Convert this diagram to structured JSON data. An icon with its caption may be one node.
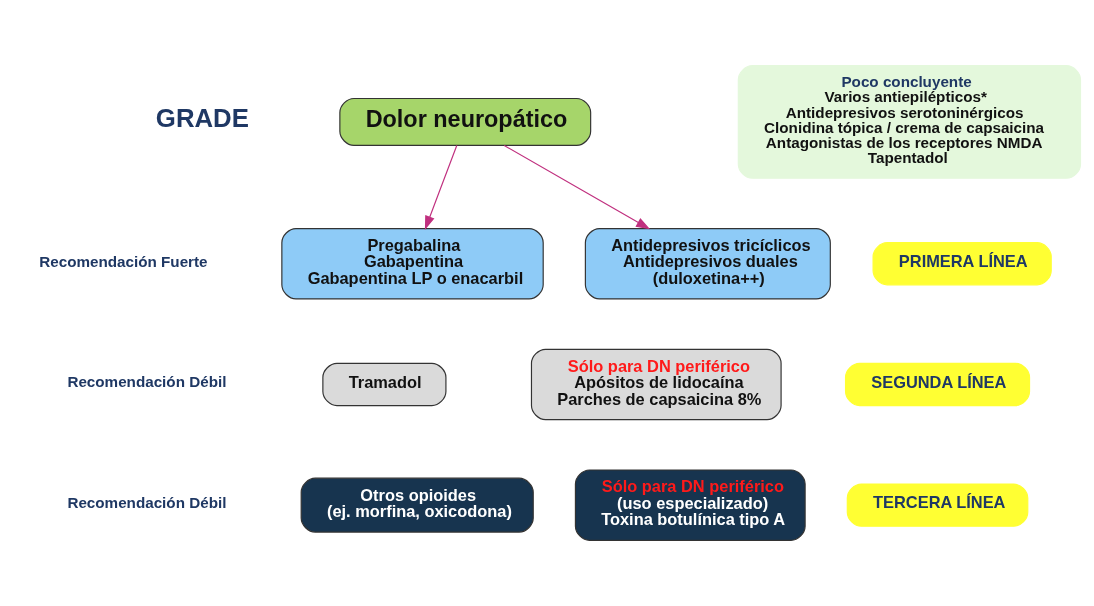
{
  "diagram": {
    "nodes": [
      {
        "text": [
          "Dolor neuropático"
        ]
      },
      {
        "text": [
          "Poco concluyente",
          "Varios antiepilépticos*",
          "Antidepresivos serotoninérgicos",
          "Clonidina tópica / crema de capsaicina",
          "Antagonistas de los receptores NMDA",
          "Tapentadol"
        ]
      },
      {
        "text": [
          "Pregabalina",
          "Gabapentina",
          "Gabapentina LP o enacarbil"
        ]
      },
      {
        "text": [
          "Antidepresivos tricíclicos",
          "Antidepresivos duales",
          "(duloxetina++)"
        ]
      },
      {
        "text": [
          "PRIMERA LÍNEA"
        ]
      },
      {
        "text": [
          "Tramadol"
        ]
      },
      {
        "text": [
          "Sólo para DN periférico",
          "Apósitos de lidocaína",
          "Parches de capsaicina 8%"
        ]
      },
      {
        "text": [
          "SEGUNDA LÍNEA"
        ]
      },
      {
        "text": [
          "Otros opioides",
          "(ej. morfina, oxicodona)"
        ]
      },
      {
        "text": [
          "Sólo para DN periférico",
          "(uso especializado)",
          "Toxina botulínica tipo A"
        ]
      },
      {
        "text": [
          "TERCERA LÍNEA"
        ]
      }
    ],
    "edges": [
      {
        "from": 0,
        "to": 2,
        "arrow": "to",
        "color": "#c0307f"
      },
      {
        "from": 0,
        "to": 3,
        "arrow": "to",
        "color": "#c0307f"
      }
    ],
    "labels": [
      "GRADE",
      "Recomendación Fuerte",
      "Recomendación Débil",
      "Recomendación Débil"
    ]
  }
}
